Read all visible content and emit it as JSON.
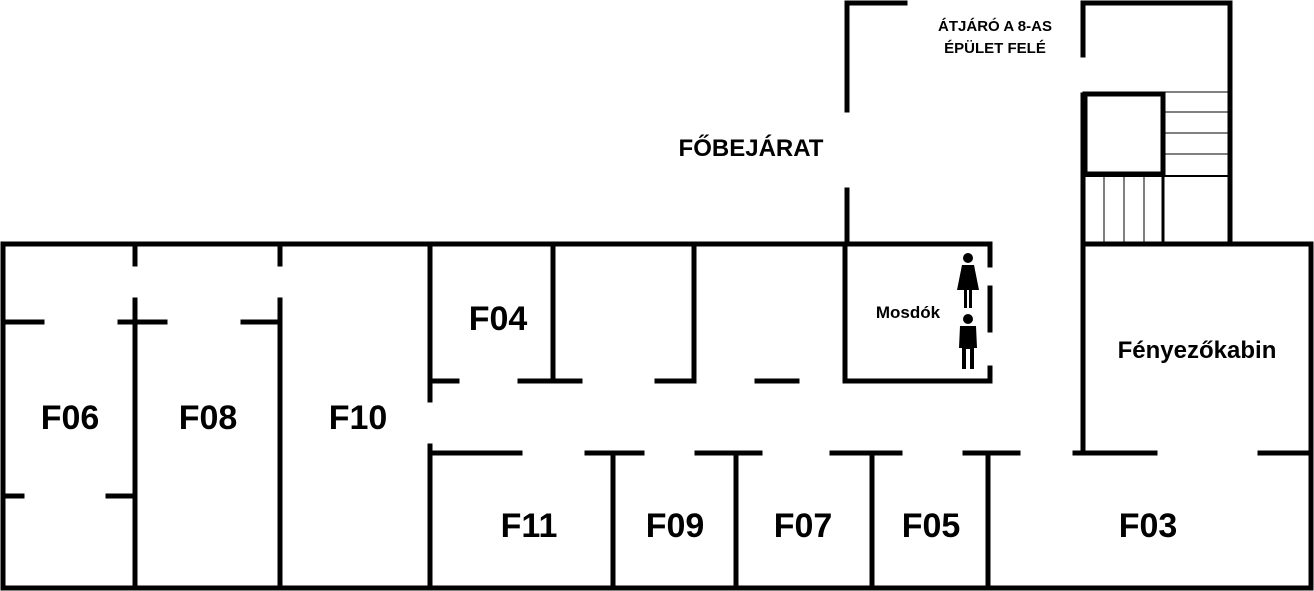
{
  "colors": {
    "wall": "#000000",
    "background": "#ffffff"
  },
  "labels": {
    "main_entrance": "FŐBEJÁRAT",
    "passage_line1": "ÁTJÁRÓ A 8-AS",
    "passage_line2": "ÉPÜLET FELÉ",
    "restrooms": "Mosdók",
    "paint_booth": "Fényezőkabin"
  },
  "rooms": {
    "f03": "F03",
    "f04": "F04",
    "f05": "F05",
    "f06": "F06",
    "f07": "F07",
    "f08": "F08",
    "f09": "F09",
    "f10": "F10",
    "f11": "F11"
  },
  "icons": {
    "female": "woman-icon",
    "male": "man-icon"
  }
}
